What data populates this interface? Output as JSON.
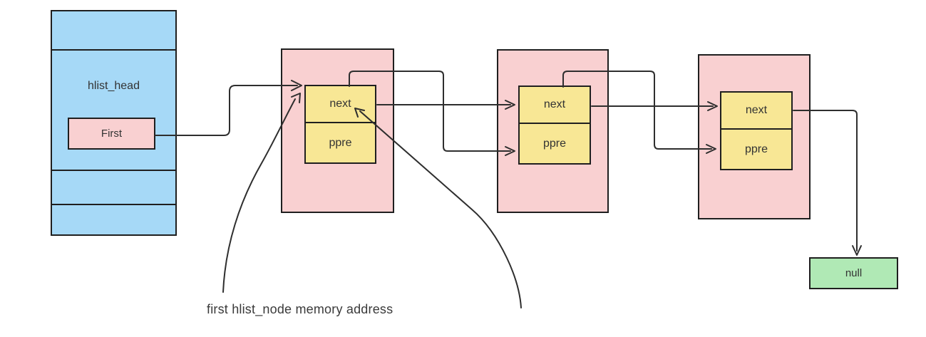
{
  "head": {
    "label": "hlist_head",
    "first_label": "First"
  },
  "nodes": [
    {
      "next_label": "next",
      "ppre_label": "ppre"
    },
    {
      "next_label": "next",
      "ppre_label": "ppre"
    },
    {
      "next_label": "next",
      "ppre_label": "ppre"
    }
  ],
  "terminator_label": "null",
  "caption": "first hlist_node memory address",
  "colors": {
    "head_fill": "#a6d9f7",
    "node_fill": "#f9d0d1",
    "field_fill": "#f8e795",
    "null_fill": "#b0e9b5",
    "border": "#1f1f1f",
    "line": "#2e2e2e",
    "text": "#333333",
    "canvas": "#ffffff"
  }
}
